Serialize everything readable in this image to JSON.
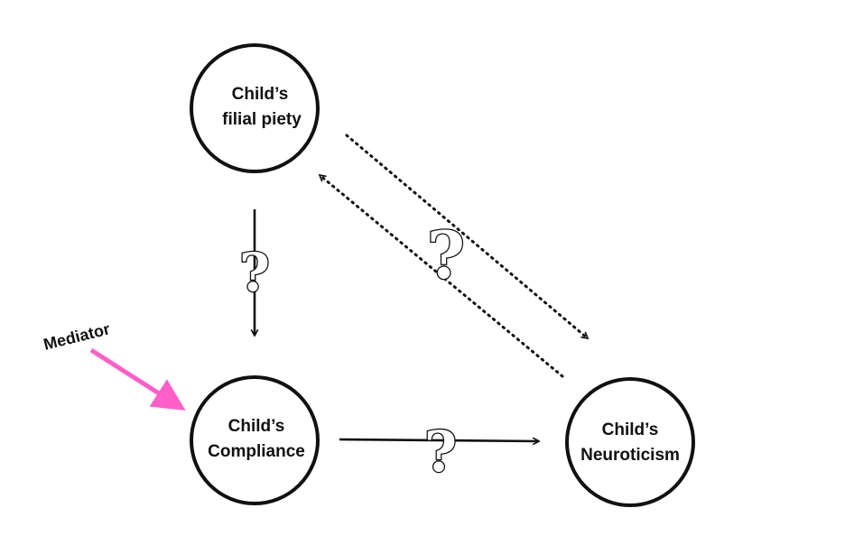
{
  "nodes": {
    "filial_piety": {
      "line1": "Child’s",
      "line2": "filial piety"
    },
    "compliance": {
      "line1": "Child’s",
      "line2": "Compliance"
    },
    "neuroticism": {
      "line1": "Child’s",
      "line2": "Neuroticism"
    }
  },
  "edges": {
    "filial_to_compliance": {
      "question_mark": "?"
    },
    "compliance_to_neuroticism": {
      "question_mark": "?"
    },
    "filial_neuroticism_bidirectional": {
      "question_mark": "?"
    }
  },
  "annotation": {
    "label": "Mediator",
    "arrow_color": "#ff5fc8"
  },
  "colors": {
    "line": "#111111",
    "node_fill": "#ffffff"
  }
}
